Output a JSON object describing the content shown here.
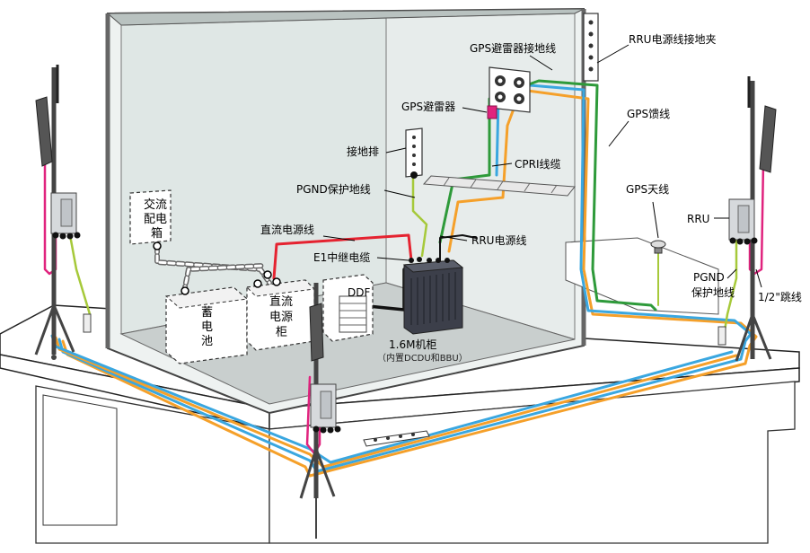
{
  "colors": {
    "cable_orange": "#f5a02a",
    "cable_blue": "#3aa7e0",
    "cable_green": "#2e9a3a",
    "ground_yellowgreen": "#a6c93a",
    "jumper_magenta": "#e0237e",
    "dc_red": "#e52330",
    "cable_black": "#111111",
    "wall_glass": "#d9e3e1",
    "cabinet_dark": "#3c3f4a"
  },
  "labels": {
    "gps_arrester_ground": "GPS避雷器接地线",
    "rru_power_clamp": "RRU电源线接地夹",
    "gps_arrester": "GPS避雷器",
    "gps_feeder": "GPS馈线",
    "ground_bar": "接地排",
    "cpri": "CPRI线缆",
    "pgnd_left": "PGND保护地线",
    "gps_antenna": "GPS天线",
    "rru": "RRU",
    "ac_box": "交流配电箱",
    "dc_power": "直流电源线",
    "rru_power": "RRU电源线",
    "e1": "E1中继电缆",
    "pgnd_right_1": "PGND",
    "pgnd_right_2": "保护地线",
    "jumper": "1/2\"跳线",
    "ddf": "DDF",
    "battery": "蓄电池",
    "dc_cabinet": "直流电源柜",
    "cabinet_main": "1.6M机柜",
    "cabinet_sub": "（内置DCDU和BBU）"
  },
  "icons": [
    "antenna-icon",
    "rru-unit-icon",
    "gps-antenna-icon",
    "ground-bar-icon",
    "cabinet-icon"
  ]
}
